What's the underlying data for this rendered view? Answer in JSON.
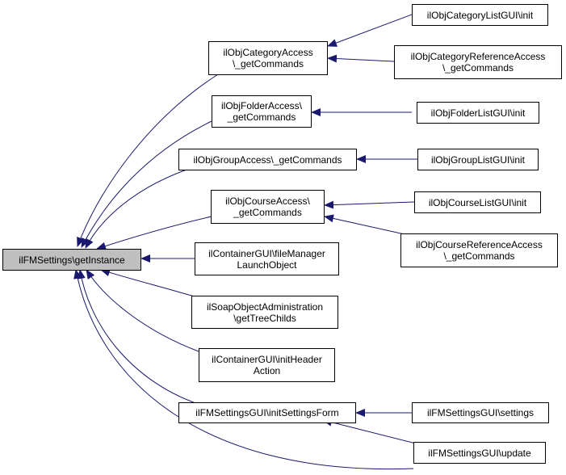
{
  "diagram": {
    "edge_color": "#191970",
    "root_fill": "#bfbfbf",
    "nodes": {
      "root": [
        "ilFMSettings\\getInstance"
      ],
      "cat_access": [
        "ilObjCategoryAccess",
        "\\_getCommands"
      ],
      "folder_access": [
        "ilObjFolderAccess\\",
        "_getCommands"
      ],
      "group_access": [
        "ilObjGroupAccess\\_getCommands"
      ],
      "course_access": [
        "ilObjCourseAccess\\",
        "_getCommands"
      ],
      "container_fm": [
        "ilContainerGUI\\fileManager",
        "LaunchObject"
      ],
      "soap_admin": [
        "ilSoapObjectAdministration",
        "\\getTreeChilds"
      ],
      "container_header": [
        "ilContainerGUI\\initHeader",
        "Action"
      ],
      "fmsettings_form": [
        "ilFMSettingsGUI\\initSettingsForm"
      ],
      "cat_list": [
        "ilObjCategoryListGUI\\init"
      ],
      "cat_ref_access": [
        "ilObjCategoryReferenceAccess",
        "\\_getCommands"
      ],
      "folder_list": [
        "ilObjFolderListGUI\\init"
      ],
      "group_list": [
        "ilObjGroupListGUI\\init"
      ],
      "course_list": [
        "ilObjCourseListGUI\\init"
      ],
      "course_ref_access": [
        "ilObjCourseReferenceAccess",
        "\\_getCommands"
      ],
      "fm_settings": [
        "ilFMSettingsGUI\\settings"
      ],
      "fm_update": [
        "ilFMSettingsGUI\\update"
      ]
    }
  }
}
